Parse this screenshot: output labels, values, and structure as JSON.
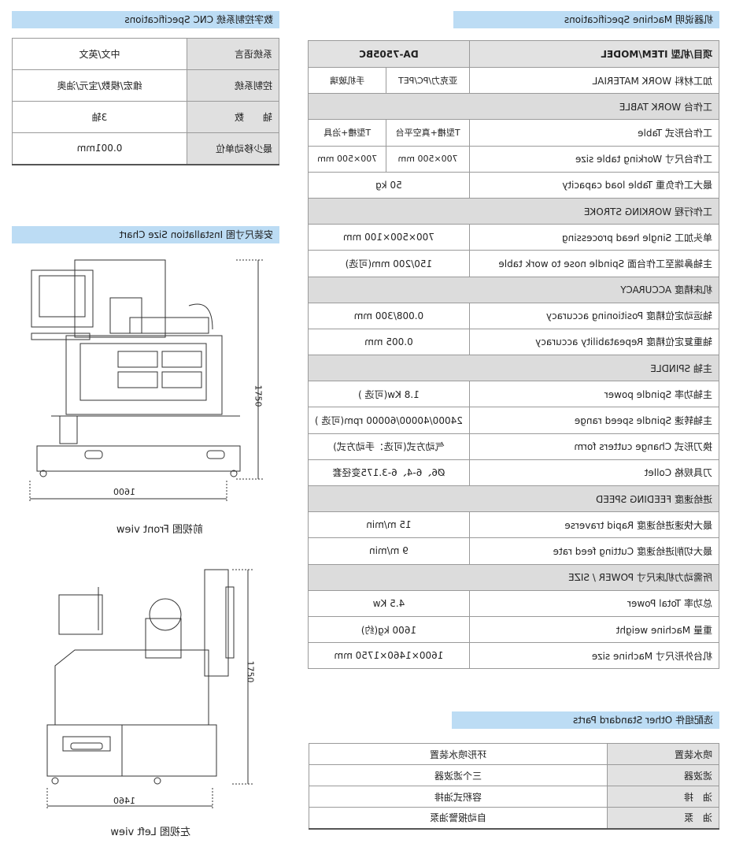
{
  "headers": {
    "machine_spec": "机器说明 Machine Specifications",
    "cnc_spec": "数字控制系统 CNC Specifications",
    "install_chart": "安装尺寸图 Installation Size Chart",
    "standard_parts": "选配组件 Other Standard Parts"
  },
  "spec_table": {
    "head": {
      "label": "项目/机型 ITEM/MODEL",
      "value": "DA-7505BC"
    },
    "work_material": {
      "label": "加工材料 WORK MATERIAL",
      "v1": "亚克力/PC/PET",
      "v2": "手机玻璃"
    },
    "sec_work_table": "工作台 WORK TABLE",
    "table_form": {
      "label": "工作台形式 Table",
      "v1": "T型槽+真空平台",
      "v2": "T型槽+治具"
    },
    "table_size": {
      "label": "工作台尺寸 Working table size",
      "v1": "700×500 mm",
      "v2": "700×500 mm"
    },
    "table_load": {
      "label": "最大工作负重 Table load capacity",
      "value": "50 kg"
    },
    "sec_stroke": "工作行程 WORKING STROKE",
    "single_head": {
      "label": "单头加工 Single head processing",
      "value": "700×500×100 mm"
    },
    "spindle_nose": {
      "label": "主轴鼻端至工作台面 Spindle nose to work table",
      "value": "150/200 mm(可选)"
    },
    "sec_accuracy": "机床精度 ACCURACY",
    "positioning": {
      "label": "轴运动定位精度 Positioning accuracy",
      "value": "0.008/300 mm"
    },
    "repeatability": {
      "label": "轴重复定位精度 Repeatability accuracy",
      "value": "0.005 mm"
    },
    "sec_spindle": "主轴 SPINDLE",
    "spindle_power": {
      "label": "主轴功率 Spindle power",
      "value": "1.8 Kw(可选 )"
    },
    "spindle_speed": {
      "label": "主轴转速 Spindle speed range",
      "value": "24000/40000/60000 rpm(可选 )"
    },
    "cutter_change": {
      "label": "换刀形式 Change cutters form",
      "value": "气动方式(可选：手动方式)"
    },
    "collet": {
      "label": "刀具规格 Collet",
      "value": "Ø6、6-4、6-3.175变径套"
    },
    "sec_feeding": "进给速度 FEEDING SPEED",
    "rapid": {
      "label": "最大快速进给速度 Rapid traverse",
      "value": "15 m/min"
    },
    "cutting_feed": {
      "label": "最大切削进给速度 Cutting feed rate",
      "value": "9 m/min"
    },
    "sec_power": "所需动力机床尺寸 POWER / SIZE",
    "total_power": {
      "label": "总功率 Total Power",
      "value": "4.5 Kw"
    },
    "weight": {
      "label": "重量 Machine weight",
      "value": "1600 kg(约)"
    },
    "machine_size": {
      "label": "机台外形尺寸 Machine size",
      "value": "1600×1460×1750 mm"
    }
  },
  "cnc_table": {
    "rows": [
      {
        "label": "系统语言",
        "value": "中文/英文"
      },
      {
        "label": "控制系统",
        "value": "维宏/模数/宝元/油奥"
      },
      {
        "label": "轴　　数",
        "value": "3轴"
      },
      {
        "label": "最少移动单位",
        "value": "0.001mm"
      }
    ]
  },
  "parts_table": {
    "rows": [
      {
        "label": "喷水装置",
        "value": "环形喷水装置"
      },
      {
        "label": "滤波器",
        "value": "三个滤波器"
      },
      {
        "label": "油　排",
        "value": "容积式油排"
      },
      {
        "label": "油　泵",
        "value": "自动报警油泵"
      }
    ]
  },
  "drawings": {
    "front_caption": "前视图  Front view",
    "left_caption": "左视图  Left view",
    "front_width": "1600",
    "front_height": "1750",
    "left_width": "1460",
    "left_height": "1750"
  }
}
